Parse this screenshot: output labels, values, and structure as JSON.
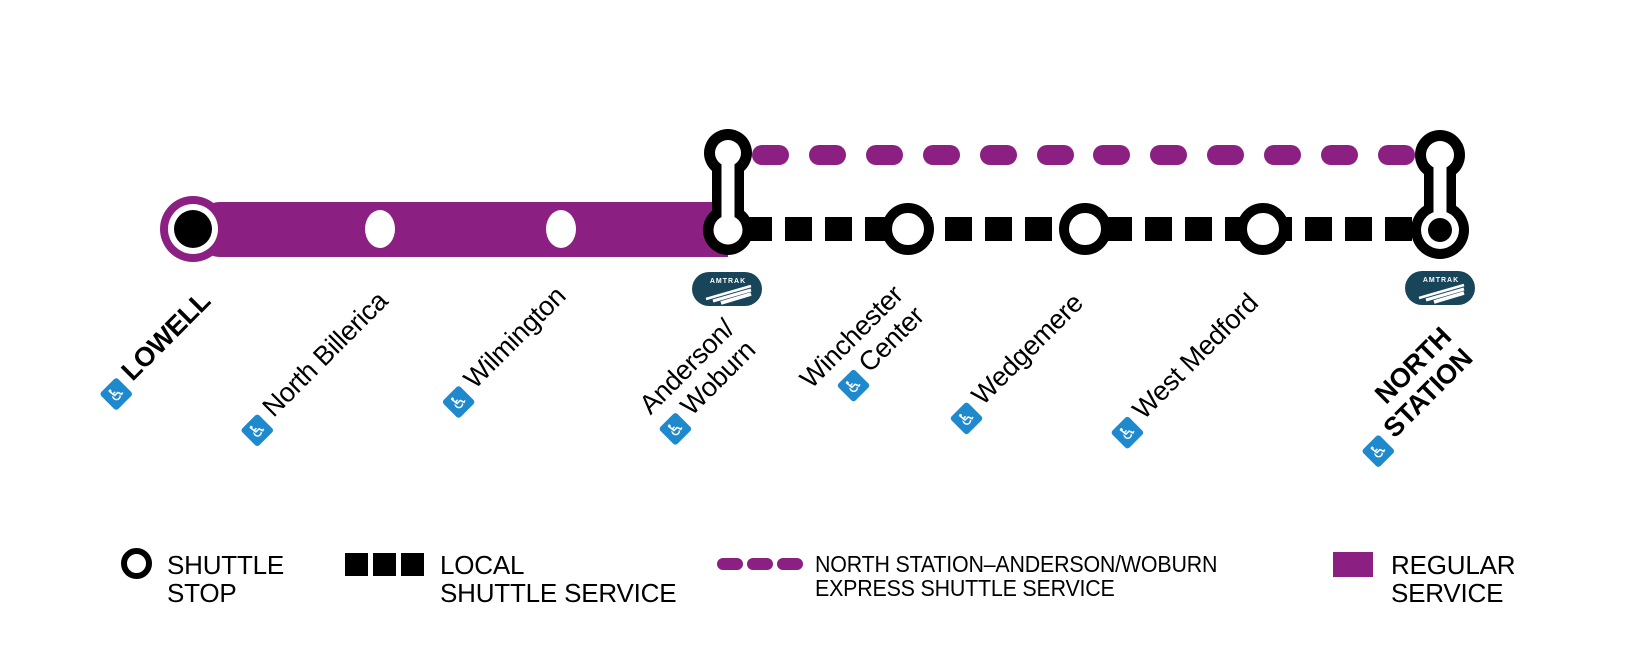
{
  "colors": {
    "regular_service_purple": "#8B2082",
    "shuttle_black": "#000000",
    "amtrak_navy": "#19455A",
    "accessible_blue": "#1E89CD"
  },
  "icons": {
    "accessible_glyph": "♿"
  },
  "amtrak": {
    "label": "AMTRAK"
  },
  "stations": {
    "lowell": {
      "name": "LOWELL"
    },
    "north_billerica": {
      "name": "North Billerica"
    },
    "wilmington": {
      "name": "Wilmington"
    },
    "anderson_woburn": {
      "line1": "Anderson/",
      "line2": "Woburn"
    },
    "winchester_center": {
      "line1": "Winchester",
      "line2": "Center"
    },
    "wedgemere": {
      "name": "Wedgemere"
    },
    "west_medford": {
      "name": "West Medford"
    },
    "north_station": {
      "line1": "NORTH",
      "line2": "STATION"
    }
  },
  "legend": {
    "shuttle_stop": {
      "line1": "SHUTTLE",
      "line2": "STOP"
    },
    "local_shuttle": {
      "line1": "LOCAL",
      "line2": "SHUTTLE SERVICE"
    },
    "express_shuttle": {
      "line1": "NORTH STATION–ANDERSON/WOBURN",
      "line2": "EXPRESS SHUTTLE SERVICE"
    },
    "regular_service": {
      "line1": "REGULAR",
      "line2": "SERVICE"
    }
  }
}
